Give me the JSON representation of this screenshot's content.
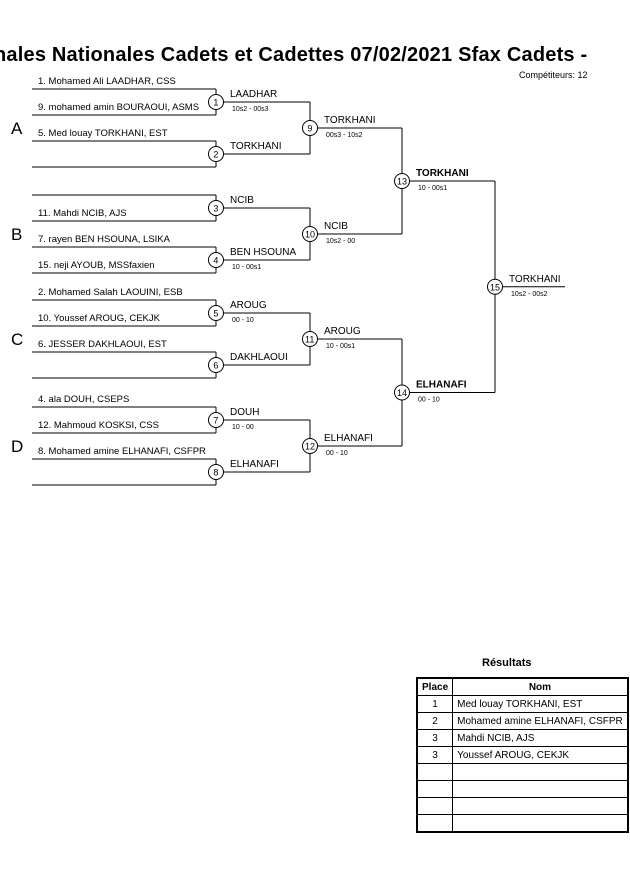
{
  "title": "nales Nationales Cadets et Cadettes  07/02/2021  Sfax   Cadets -",
  "competitors": "Compétiteurs: 12",
  "pools": [
    "A",
    "B",
    "C",
    "D"
  ],
  "entries": [
    "1. Mohamed Ali LAADHAR, CSS",
    "9. mohamed amin BOURAOUI, ASMS",
    "5. Med louay TORKHANI, EST",
    "11. Mahdi NCIB, AJS",
    "7. rayen BEN HSOUNA, LSIKA",
    "15. neji AYOUB, MSSfaxien",
    "2. Mohamed Salah LAOUINI, ESB",
    "10. Youssef AROUG, CEKJK",
    "6. JESSER DAKHLAOUI, EST",
    "4. ala DOUH, CSEPS",
    "12. Mahmoud KOSKSI, CSS",
    "8. Mohamed amine ELHANAFI, CSFPR"
  ],
  "matches": [
    {
      "num": "1",
      "winner": "LAADHAR",
      "score": "10s2 - 00s3"
    },
    {
      "num": "2",
      "winner": "TORKHANI",
      "score": ""
    },
    {
      "num": "3",
      "winner": "NCIB",
      "score": ""
    },
    {
      "num": "4",
      "winner": "BEN HSOUNA",
      "score": "10 - 00s1"
    },
    {
      "num": "5",
      "winner": "AROUG",
      "score": "00 - 10"
    },
    {
      "num": "6",
      "winner": "DAKHLAOUI",
      "score": ""
    },
    {
      "num": "7",
      "winner": "DOUH",
      "score": "10 - 00"
    },
    {
      "num": "8",
      "winner": "ELHANAFI",
      "score": ""
    },
    {
      "num": "9",
      "winner": "TORKHANI",
      "score": "00s3 - 10s2"
    },
    {
      "num": "10",
      "winner": "NCIB",
      "score": "10s2 - 00"
    },
    {
      "num": "11",
      "winner": "AROUG",
      "score": "10 - 00s1"
    },
    {
      "num": "12",
      "winner": "ELHANAFI",
      "score": "00 - 10"
    },
    {
      "num": "13",
      "winner": "TORKHANI",
      "score": "10 - 00s1"
    },
    {
      "num": "14",
      "winner": "ELHANAFI",
      "score": "00 - 10"
    },
    {
      "num": "15",
      "winner": "TORKHANI",
      "score": "10s2 - 00s2"
    }
  ],
  "results": {
    "title": "Résultats",
    "headers": [
      "Place",
      "Nom"
    ],
    "rows": [
      {
        "place": "1",
        "name": "Med louay TORKHANI, EST"
      },
      {
        "place": "2",
        "name": "Mohamed amine ELHANAFI, CSFPR"
      },
      {
        "place": "3",
        "name": "Mahdi NCIB, AJS"
      },
      {
        "place": "3",
        "name": "Youssef AROUG, CEKJK"
      },
      {
        "place": "",
        "name": ""
      },
      {
        "place": "",
        "name": ""
      },
      {
        "place": "",
        "name": ""
      },
      {
        "place": "",
        "name": ""
      }
    ]
  }
}
